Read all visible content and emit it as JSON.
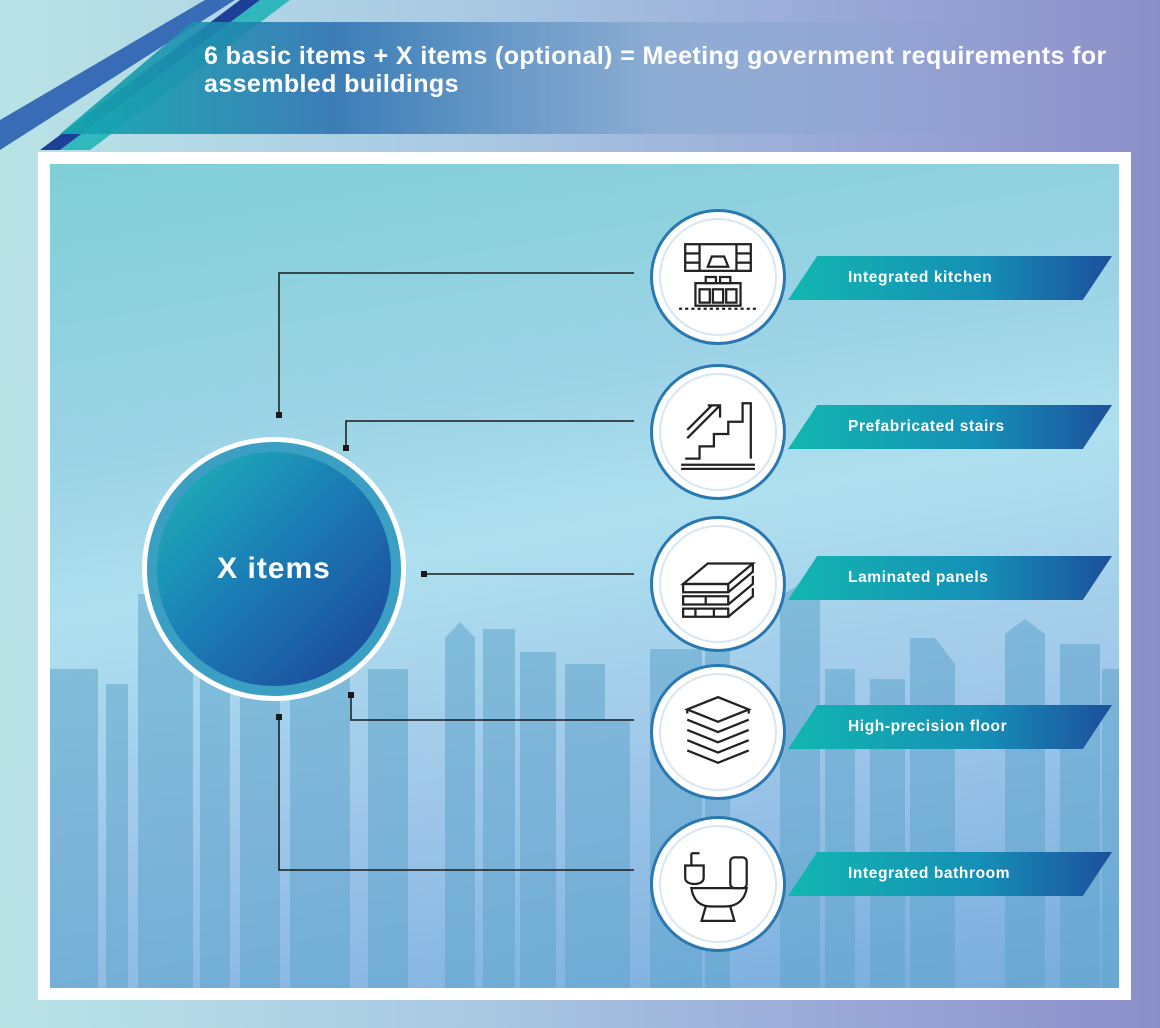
{
  "title": "6 basic items + X items (optional) = Meeting government requirements for assembled buildings",
  "hub": {
    "label": "X items"
  },
  "items": [
    {
      "label": "Integrated kitchen",
      "icon": "kitchen-icon"
    },
    {
      "label": "Prefabricated stairs",
      "icon": "stairs-icon"
    },
    {
      "label": "Laminated panels",
      "icon": "panels-icon"
    },
    {
      "label": "High-precision floor",
      "icon": "floor-layers-icon"
    },
    {
      "label": "Integrated bathroom",
      "icon": "toilet-icon"
    }
  ],
  "colors": {
    "accent_teal": "#12b7b0",
    "accent_blue": "#1d4f9c",
    "line": "#1a1a1a"
  }
}
